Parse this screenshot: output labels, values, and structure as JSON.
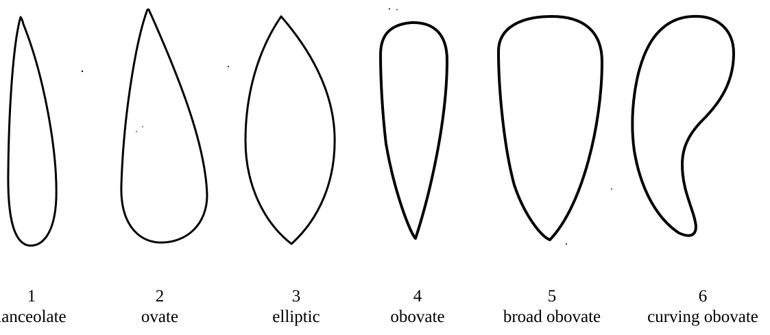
{
  "shapes": [
    {
      "number": "1",
      "name": "lanceolate"
    },
    {
      "number": "2",
      "name": "ovate"
    },
    {
      "number": "3",
      "name": "elliptic"
    },
    {
      "number": "4",
      "name": "obovate"
    },
    {
      "number": "5",
      "name": "broad obovate"
    },
    {
      "number": "6",
      "name": "curving obovate"
    }
  ],
  "colors": {
    "outline": "#000000",
    "background": "#ffffff"
  }
}
